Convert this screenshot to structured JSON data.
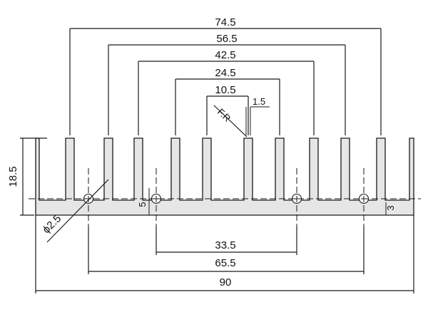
{
  "dimensions": {
    "top": [
      "74.5",
      "56.5",
      "42.5",
      "24.5",
      "10.5"
    ],
    "fin_thickness": "1.5",
    "fillet_radius": "F.R",
    "height": "18.5",
    "hole_diameter": "ϕ2.5",
    "base_left": "5",
    "base_right": "3",
    "bottom": [
      "33.5",
      "65.5",
      "90"
    ]
  },
  "colors": {
    "profile_fill": "#e6e6e6",
    "line": "#1a1a1a"
  }
}
